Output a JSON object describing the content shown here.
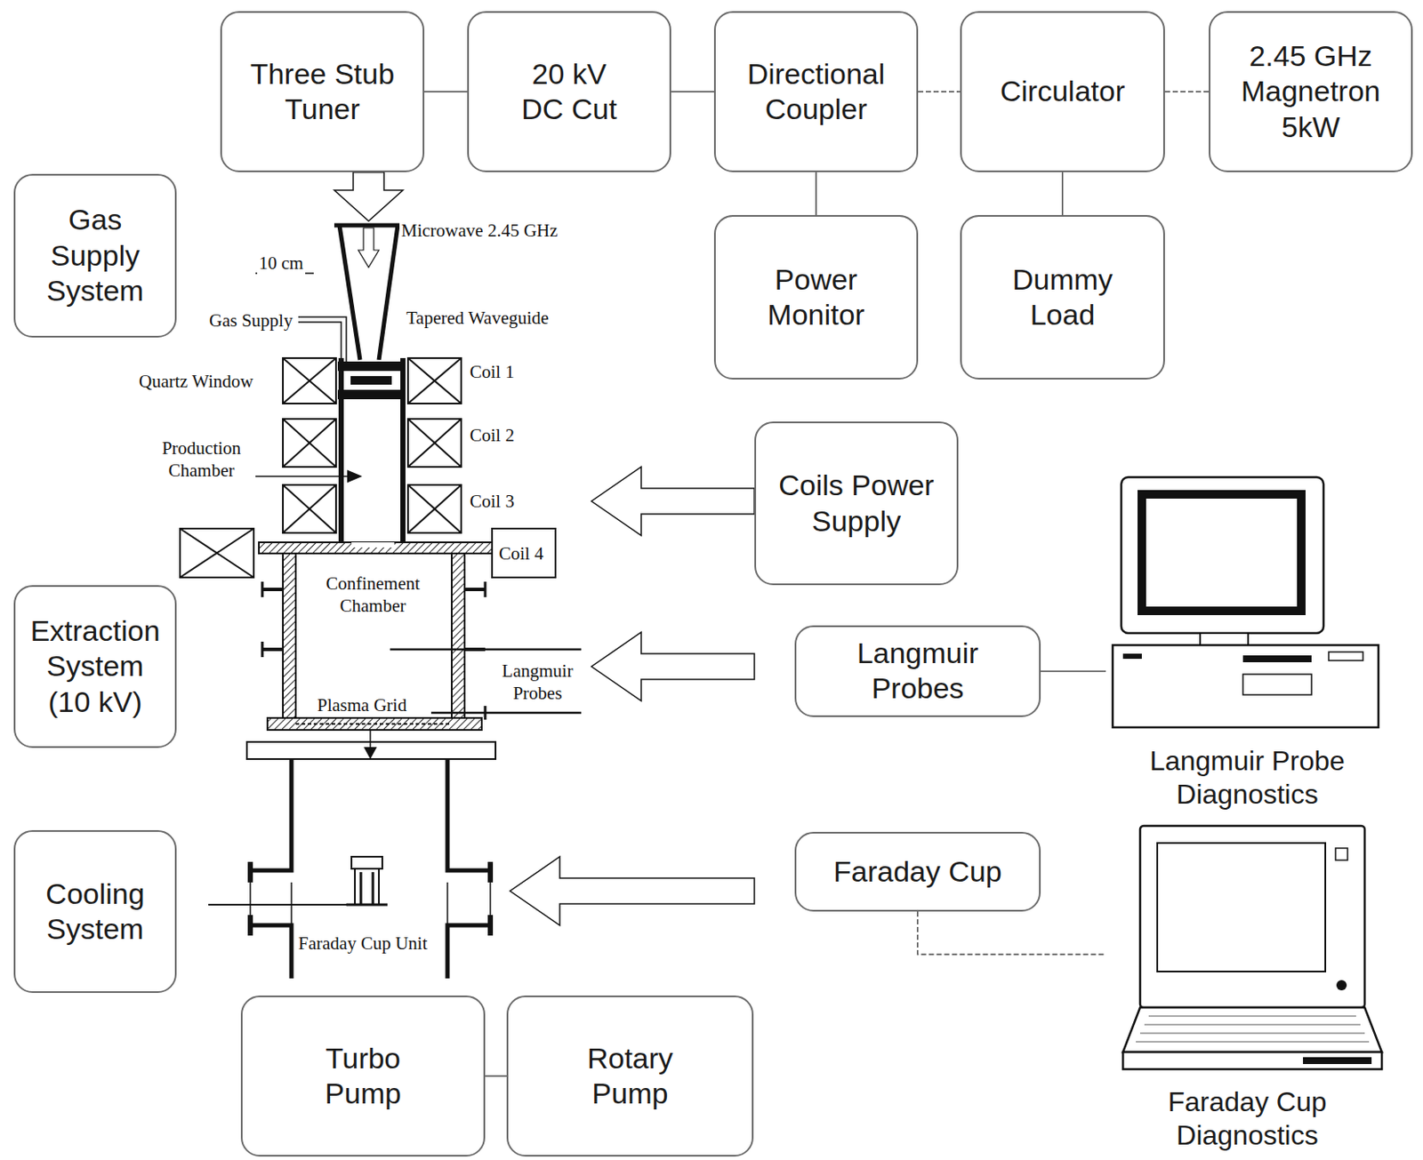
{
  "diagram": {
    "nodes": [
      {
        "text": [
          "Three Stub Tuner"
        ]
      },
      {
        "text": [
          "20 kV DC Cut"
        ]
      },
      {
        "text": [
          "Directional Coupler"
        ]
      },
      {
        "text": [
          "Circulator"
        ]
      },
      {
        "text": [
          "2.45 GHz Magnetron 5kW"
        ]
      },
      {
        "text": [
          "Gas Supply System"
        ]
      },
      {
        "text": [
          "Power Monitor"
        ]
      },
      {
        "text": [
          "Dummy Load"
        ]
      },
      {
        "text": [
          "Coils Power Supply"
        ]
      },
      {
        "text": [
          "Langmuir Probe Diagnostics"
        ]
      },
      {
        "text": [
          "Extraction System (10 kV)"
        ]
      },
      {
        "text": [
          "Langmuir Probes"
        ]
      },
      {
        "text": [
          "Cooling System"
        ]
      },
      {
        "text": [
          "Faraday Cup"
        ]
      },
      {
        "text": [
          "Faraday Cup Diagnostics"
        ]
      },
      {
        "text": [
          "Turbo Pump"
        ]
      },
      {
        "text": [
          "Rotary Pump"
        ]
      }
    ],
    "edges": [
      {
        "from": 0,
        "to": 1,
        "arrow": "none"
      },
      {
        "from": 1,
        "to": 2,
        "arrow": "none"
      },
      {
        "from": 2,
        "to": 3,
        "arrow": "none"
      },
      {
        "from": 3,
        "to": 4,
        "arrow": "none"
      },
      {
        "from": 2,
        "to": 6,
        "arrow": "none"
      },
      {
        "from": 3,
        "to": 7,
        "arrow": "none"
      },
      {
        "from": 11,
        "to": 9,
        "arrow": "none"
      },
      {
        "from": 13,
        "to": 14,
        "arrow": "none"
      },
      {
        "from": 15,
        "to": 16,
        "arrow": "none"
      }
    ],
    "labels": [
      "Microwave 2.45 GHz",
      "10 cm",
      "Gas Supply",
      "Tapered Waveguide",
      "Quartz Window",
      "Coil 1",
      "Coil 2",
      "Production Chamber",
      "Coil 3",
      "Coil 4",
      "Confinement Chamber",
      "Langmuir Probes",
      "Plasma Grid",
      "Faraday Cup Unit"
    ]
  }
}
